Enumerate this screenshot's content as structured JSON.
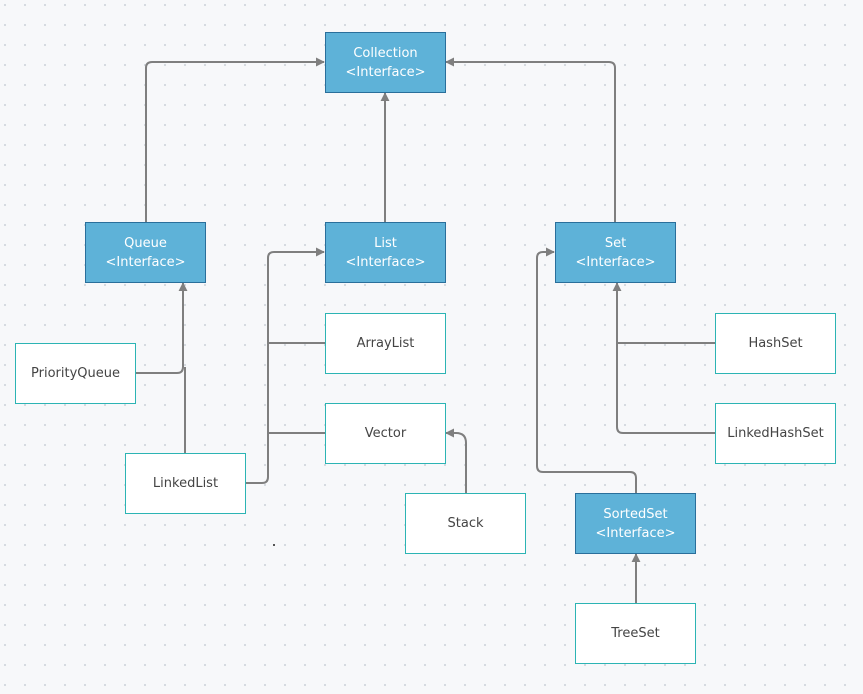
{
  "nodes": {
    "collection": {
      "name": "Collection",
      "stereotype": "<Interface>"
    },
    "queue": {
      "name": "Queue",
      "stereotype": "<Interface>"
    },
    "list": {
      "name": "List",
      "stereotype": "<Interface>"
    },
    "set": {
      "name": "Set",
      "stereotype": "<Interface>"
    },
    "sortedset": {
      "name": "SortedSet",
      "stereotype": "<Interface>"
    },
    "priorityqueue": {
      "name": "PriorityQueue"
    },
    "linkedlist": {
      "name": "LinkedList"
    },
    "arraylist": {
      "name": "ArrayList"
    },
    "vector": {
      "name": "Vector"
    },
    "stack": {
      "name": "Stack"
    },
    "hashset": {
      "name": "HashSet"
    },
    "linkedhashset": {
      "name": "LinkedHashSet"
    },
    "treeset": {
      "name": "TreeSet"
    }
  },
  "edges": [
    {
      "from": "queue",
      "to": "collection"
    },
    {
      "from": "list",
      "to": "collection"
    },
    {
      "from": "set",
      "to": "collection"
    },
    {
      "from": "priorityqueue",
      "to": "queue"
    },
    {
      "from": "linkedlist",
      "to": "queue"
    },
    {
      "from": "linkedlist",
      "to": "list"
    },
    {
      "from": "arraylist",
      "to": "list"
    },
    {
      "from": "vector",
      "to": "list"
    },
    {
      "from": "stack",
      "to": "vector"
    },
    {
      "from": "hashset",
      "to": "set"
    },
    {
      "from": "linkedhashset",
      "to": "set"
    },
    {
      "from": "sortedset",
      "to": "set"
    },
    {
      "from": "treeset",
      "to": "sortedset"
    }
  ],
  "colors": {
    "interface_fill": "#5eb2d8",
    "interface_border": "#2a6f9b",
    "class_fill": "#ffffff",
    "class_border": "#2cb4b4",
    "connector": "#7f7f7f"
  }
}
